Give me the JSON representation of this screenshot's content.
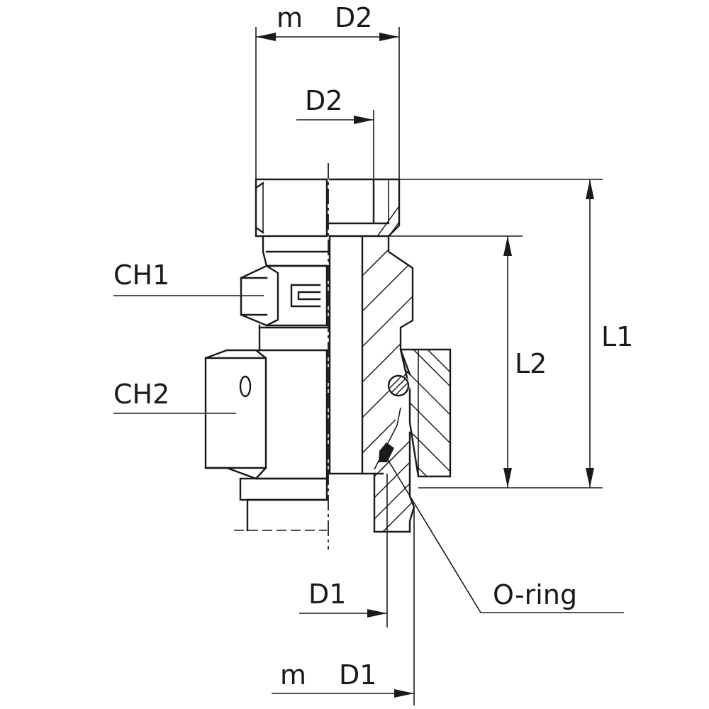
{
  "labels": {
    "m_d2_prefix": "m",
    "m_d2_value": "D2",
    "d2": "D2",
    "ch1": "CH1",
    "ch2": "CH2",
    "l1": "L1",
    "l2": "L2",
    "d1": "D1",
    "m_d1_prefix": "m",
    "m_d1_value": "D1",
    "o_ring": "O-ring"
  },
  "colors": {
    "ink": "#1a1a1a",
    "background": "#ffffff"
  }
}
